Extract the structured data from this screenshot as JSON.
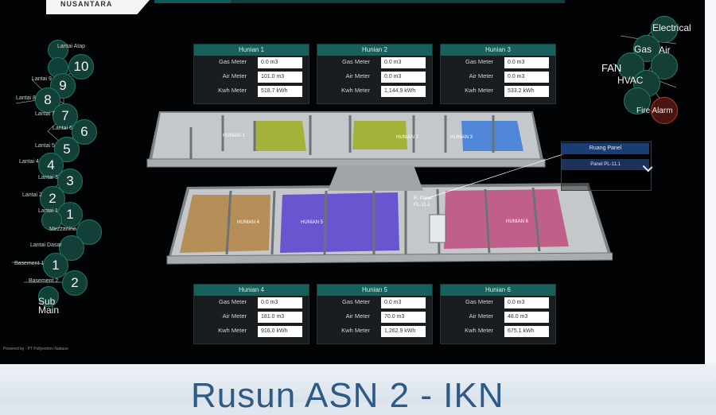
{
  "brand": {
    "logo_text": "NUSANTARA"
  },
  "floors": [
    {
      "label": "Lantai Atap",
      "number": "10"
    },
    {
      "label": "Lantai 9",
      "number": "9"
    },
    {
      "label": "Lantai 8",
      "number": "8"
    },
    {
      "label": "Lantai 7",
      "number": "7"
    },
    {
      "label": "Lantai 6",
      "number": "6"
    },
    {
      "label": "Lantai 5",
      "number": "5"
    },
    {
      "label": "Lantai 4",
      "number": "4"
    },
    {
      "label": "Lantai 3",
      "number": "3"
    },
    {
      "label": "Lantai 2",
      "number": "2"
    },
    {
      "label": "Lantai 1",
      "number": "1"
    },
    {
      "label": "Mezzanine",
      "number": ""
    },
    {
      "label": "Lantai Dasar",
      "number": ""
    },
    {
      "label": "Basement 1",
      "number": "1"
    },
    {
      "label": "Basement 2",
      "number": "2"
    }
  ],
  "floor_extra": {
    "sub_main": "Sub Main"
  },
  "systems": {
    "electrical": "Electrical",
    "gas": "Gas",
    "air": "Air",
    "fan": "FAN",
    "hvac": "HVAC",
    "fire_alarm": "Fire Alarm"
  },
  "units_top": [
    {
      "title": "Hunian 1",
      "gas_label": "Gas Meter",
      "gas": "0.0 m3",
      "air_label": "Air Meter",
      "air": "101.0 m3",
      "kwh_label": "Kwh Meter",
      "kwh": "518.7 kWh"
    },
    {
      "title": "Hunian 2",
      "gas_label": "Gas Meter",
      "gas": "0.0 m3",
      "air_label": "Air Meter",
      "air": "0.0 m3",
      "kwh_label": "Kwh Meter",
      "kwh": "1,144.9 kWh"
    },
    {
      "title": "Hunian 3",
      "gas_label": "Gas Meter",
      "gas": "0.0 m3",
      "air_label": "Air Meter",
      "air": "0.0 m3",
      "kwh_label": "Kwh Meter",
      "kwh": "533.2 kWh"
    }
  ],
  "units_bottom": [
    {
      "title": "Hunian 4",
      "gas_label": "Gas Meter",
      "gas": "0.0 m3",
      "air_label": "Air Meter",
      "air": "181.0 m3",
      "kwh_label": "Kwh Meter",
      "kwh": "916.0 kWh"
    },
    {
      "title": "Hunian 5",
      "gas_label": "Gas Meter",
      "gas": "0.0 m3",
      "air_label": "Air Meter",
      "air": "70.0 m3",
      "kwh_label": "Kwh Meter",
      "kwh": "1,262.9 kWh"
    },
    {
      "title": "Hunian 6",
      "gas_label": "Gas Meter",
      "gas": "0.0 m3",
      "air_label": "Air Meter",
      "air": "48.0 m3",
      "kwh_label": "Kwh Meter",
      "kwh": "675.1 kWh"
    }
  ],
  "rooms": {
    "h1": "HUNIAN 1",
    "h2": "HUNIAN 2",
    "h3": "HUNIAN 3",
    "h4": "HUNIAN 4",
    "h5": "HUNIAN 5",
    "h6": "HUNIAN 6",
    "lift": "R. Panel\nPL-11.1"
  },
  "panel": {
    "title": "Ruang Panel",
    "item": "Panel PL-11.1"
  },
  "footnote": "Powered by : PT Pollyestron Nabase",
  "slide_title": "Rusun ASN 2 - IKN",
  "colors": {
    "teal_header": "#17615c",
    "hex_fill": "#123f37",
    "accent_red": "#b03a2a",
    "title_blue": "#2f5a86"
  }
}
